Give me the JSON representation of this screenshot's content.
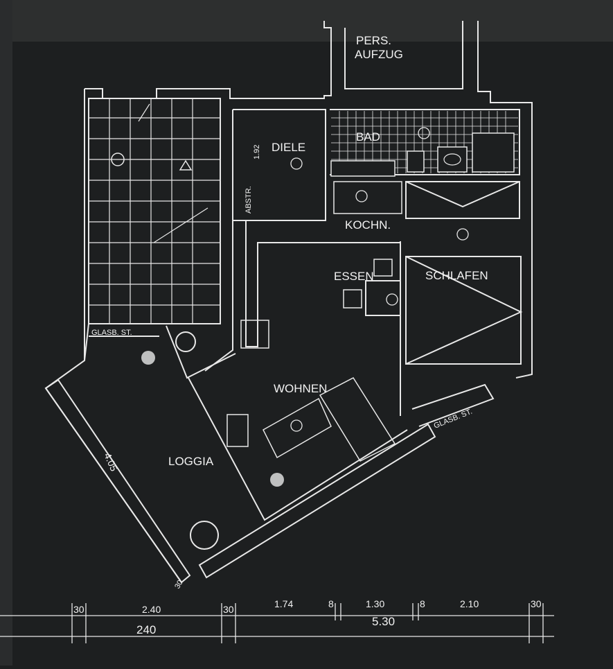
{
  "rooms": {
    "pers_aufzug": [
      "PERS.",
      "AUFZUG"
    ],
    "diele": "DIELE",
    "bad": "BAD",
    "abstr": "ABSTR.",
    "kochn": "KOCHN.",
    "essen": "ESSEN",
    "schlafen": "SCHLAFEN",
    "wohnen": "WOHNEN",
    "loggia": "LOGGIA"
  },
  "labels": {
    "glasb_st_left": "GLASB. ST.",
    "glasb_st_right": "GLASB. ST.",
    "diele_width": "1.92",
    "loggia_length": "4.05",
    "loggia_wall": "30"
  },
  "dimensions": {
    "upper": [
      "30",
      "2.40",
      "30",
      "1.74",
      "8",
      "1.30",
      "8",
      "2.10",
      "30"
    ],
    "total_left": "240",
    "total_right": "5.30"
  },
  "colors": {
    "background": "#1d1f20",
    "lines": "#e8e8e8"
  }
}
